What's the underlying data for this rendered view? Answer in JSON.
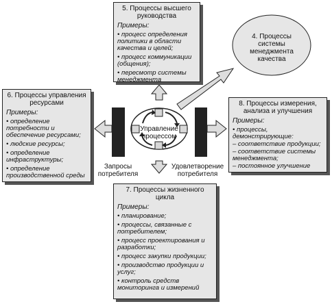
{
  "top": {
    "title": "5. Процессы высшего руководства",
    "examples": "Примеры:",
    "items": [
      "• процесс определения политики в области качества и целей;",
      "• процесс коммуникации (общения);",
      "• пересмотр системы менеджмента"
    ]
  },
  "qms": {
    "title": "4. Процессы системы менеджмента качества"
  },
  "left": {
    "title": "6. Процессы управления ресурсами",
    "examples": "Примеры:",
    "items": [
      "• определение потребности и обеспечение ресурсами;",
      "• людские ресурсы;",
      "• определение инфраструктуры;",
      "• определение производственной среды"
    ]
  },
  "right": {
    "title": "8. Процессы измерения, анализа и улучшения",
    "examples": "Примеры:",
    "intro": "• процессы, демонстрирующие:",
    "items": [
      "– соответствие продукции;",
      "– соответствие системы менеджмента;",
      "– постоянное улучшение"
    ]
  },
  "bottom": {
    "title": "7. Процессы жизненного цикла",
    "examples": "Примеры:",
    "items": [
      "• планирование;",
      "• процессы, связанные с потребителем;",
      "• процесс проектирования и разработки;",
      "• процесс закупки продукции;",
      "• производство продукции и услуг;",
      "• контроль средств мониторинга и измерений"
    ]
  },
  "center": {
    "line1": "Управление",
    "line2": "процессом"
  },
  "labels": {
    "requests_line1": "Запросы",
    "requests_line2": "потребителя",
    "satisfaction_line1": "Удовлетворение",
    "satisfaction_line2": "потребителя"
  }
}
